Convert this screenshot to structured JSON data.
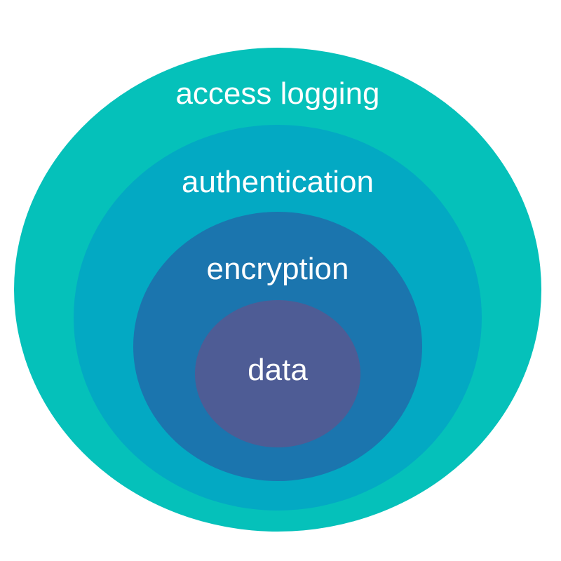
{
  "diagram": {
    "layers": [
      {
        "label": "access logging",
        "color": "#05C1BA"
      },
      {
        "label": "authentication",
        "color": "#03A9C3"
      },
      {
        "label": "encryption",
        "color": "#1B75AE"
      },
      {
        "label": "data",
        "color": "#4E5C95"
      }
    ]
  }
}
